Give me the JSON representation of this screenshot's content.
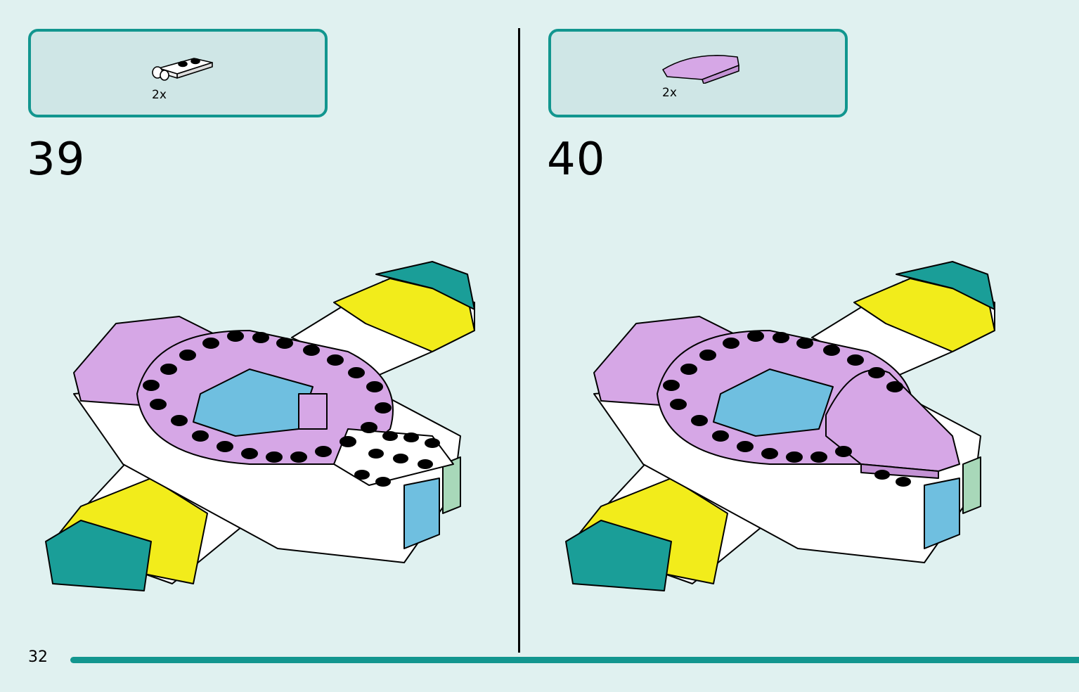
{
  "steps": [
    {
      "number": "39",
      "parts": [
        {
          "qty": "2x",
          "icon": "white-clip-plate-icon",
          "color": "#ffffff"
        }
      ]
    },
    {
      "number": "40",
      "parts": [
        {
          "qty": "2x",
          "icon": "lavender-curved-slope-icon",
          "color": "#d6a7e6"
        }
      ]
    }
  ],
  "page_number": "32",
  "colors": {
    "background": "#e0f1f0",
    "parts_box_fill": "#cfe6e6",
    "accent_teal": "#12968f",
    "lavender": "#d6a7e6",
    "yellow": "#f2ec1b",
    "sky_blue": "#6fbfe0",
    "mint": "#a8d8b9"
  }
}
